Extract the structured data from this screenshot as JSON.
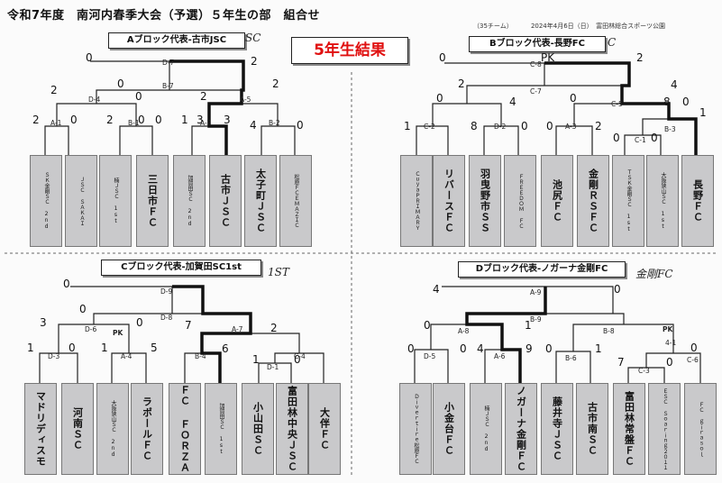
{
  "header": {
    "title": "令和7年度　南河内春季大会（予選）５年生の部　組合せ",
    "teams_count": "（35チーム）",
    "date_venue": "2024年4月6日（日）　富田林総合スポーツ公園"
  },
  "result_title": "5年生結果",
  "blocks": {
    "A": {
      "rep_label": "Aブロック代表-古市JSC",
      "note": "SC",
      "matches": [
        "D-7",
        "B-7",
        "D-4",
        "A-5",
        "A-1",
        "B-1",
        "A-2",
        "B-2"
      ],
      "scores": [
        "0",
        "2",
        "2",
        "0",
        "0",
        "2",
        "2",
        "0",
        "2",
        "0",
        "0",
        "3",
        "4",
        "0",
        "1",
        "3",
        "2"
      ],
      "teams": [
        "ＳＫ金剛ＳＣ 2nd",
        "ＪＳＣ ＳＡＫＡＩ",
        "楠ＪＳＣ 1st",
        "三日市ＦＣ",
        "加賀田ＳＣ 2nd",
        "古市ＪＳＣ",
        "太子町ＪＳＣ",
        "松原ＦＣＥＭＡＺＩＣ"
      ]
    },
    "B": {
      "rep_label": "Bブロック代表-長野FC",
      "note": "C",
      "matches": [
        "C-8",
        "C-7",
        "C-5",
        "C-2",
        "D-2",
        "A-3",
        "C-1",
        "B-3"
      ],
      "scores": [
        "0",
        "PK",
        "2",
        "2",
        "4",
        "0",
        "1",
        "8",
        "0",
        "0",
        "2",
        "0",
        "0",
        "8",
        "0",
        "4",
        "0",
        "1"
      ],
      "teams": [
        "ＣｕｙａＰＲＩＭＡＲＹ",
        "リバースＦＣ",
        "羽曳野市ＳＳ",
        "ＦＲＥＥＤＯＭ ＦＣ",
        "池尻ＦＣ",
        "金剛ＲＳＦＣ",
        "ＴＳＫ金剛ＳＣ 1st",
        "大阪狭山ＳＣ 1st",
        "長野ＦＣ"
      ]
    },
    "C": {
      "rep_label": "Cブロック代表-加賀田SC1st",
      "note": "1ST",
      "matches": [
        "D-9",
        "D-8",
        "D-6",
        "A-7",
        "D-3",
        "A-4",
        "B-4",
        "D-1",
        "C-4"
      ],
      "scores": [
        "0",
        "3",
        "0",
        "0",
        "PK",
        "7",
        "6",
        "1",
        "0",
        "1",
        "5",
        "1",
        "0",
        "2"
      ],
      "teams": [
        "マドリディスモ",
        "河南ＳＣ",
        "大阪狭山ＳＣ 2nd",
        "ラポールＦＣ",
        "ＦＣ ＦＯＲＺＡ",
        "加賀田ＳＣ 1st",
        "小山田ＳＣ",
        "富田林中央ＪＳＣ",
        "大伴ＦＣ"
      ]
    },
    "D": {
      "rep_label": "Dブロック代表-ノガーナ金剛FC",
      "note": "金剛FC",
      "matches": [
        "A-9",
        "B-9",
        "A-8",
        "B-8",
        "D-5",
        "A-6",
        "B-6",
        "C-6",
        "C-3"
      ],
      "scores": [
        "4",
        "0",
        "0",
        "1",
        "0",
        "4",
        "9",
        "0",
        "0",
        "1",
        "7",
        "0",
        "PK",
        "4-1",
        "0"
      ],
      "teams": [
        "Ｄｉｖｅｒｔｉｒｅ松原ＦＣ",
        "小金台ＦＣ",
        "楠ＪＳＣ 2nd",
        "ノガーナ金剛ＦＣ",
        "藤井寺ＪＳＣ",
        "古市南ＳＣ",
        "富田林常盤ＦＣ",
        "ＥＳＣ Ｓｏａｒｉｎｇ２０１１",
        "ＦＣ ｇｉｒａｓｏｌ"
      ]
    }
  }
}
